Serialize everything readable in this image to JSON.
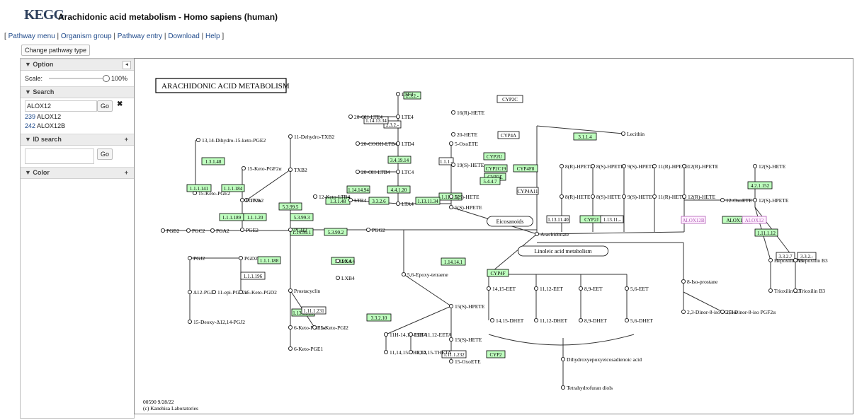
{
  "header": {
    "logo_main": "KEGG",
    "title": "Arachidonic acid metabolism - Homo sapiens (human)"
  },
  "topmenu": {
    "open": "[",
    "items": [
      "Pathway menu",
      "Organism group",
      "Pathway entry",
      "Download",
      "Help"
    ],
    "sep": "|",
    "close": "]"
  },
  "change_button": "Change pathway type",
  "sidebar": {
    "option_label": "▼ Option",
    "option_toggle": "◂",
    "scale_label": "Scale:",
    "scale_value": "100%",
    "search_label": "▼ Search",
    "search_value": "ALOX12",
    "go_label": "Go",
    "clear_icon": "✖",
    "results": [
      {
        "count": "239",
        "name": "ALOX12"
      },
      {
        "count": "242",
        "name": "ALOX12B"
      }
    ],
    "id_search_label": "▼ ID search",
    "id_go_label": "Go",
    "color_label": "▼ Color",
    "plus": "+"
  },
  "map": {
    "title": "ARACHIDONIC ACID METABOLISM",
    "footer_line1": "00590 9/28/22",
    "footer_line2": "(c) Kanehisa Laboratories",
    "enzymes_green": [
      "3.1.1.4",
      "2.3.2.-",
      "3.4.19.14",
      "4.4.1.20",
      "3.3.2.6",
      "1.11.1.12",
      "1.13.11.34",
      "1.14.14.94",
      "1.3.1.48",
      "1.1.1.141",
      "1.1.1.184",
      "1.1.1.189",
      "1.1.1.20",
      "5.3.99.5",
      "5.3.99.3",
      "1.14.99.1",
      "5.3.99.2",
      "1.1.1.188",
      "5.3.99.4",
      "1.13.11.33",
      "1.14.14.1",
      "3.3.2.10",
      "CYP2",
      "CYP4F",
      "CYP2U",
      "CYP2C19",
      "CYP4F8",
      "CYP2E",
      "CYP2J",
      "ALOX15B",
      "4.2.1.152",
      "1.11.1.12",
      "5.4.4.7",
      "1.3.1.48"
    ],
    "enzymes_white": [
      "2.3.2.-",
      "1.14.13.34",
      "1.1.1.-",
      "CYP2C",
      "CYP4A",
      "CYP4A11",
      "1.13.11.40",
      "1.13.11.-",
      "3.3.2.7",
      "3.3.2.-",
      "1.11.1.231",
      "1.11.1.232",
      "1.1.1.196"
    ],
    "enzymes_highlight": [
      "ALOX12B",
      "ALOX12"
    ],
    "compounds": [
      "LTF4",
      "LTE4",
      "20-OH-LTE4",
      "LTD4",
      "20-COOH-LTB4",
      "LTC4",
      "20-OH-LTB4",
      "12-Keto-LTB4",
      "LTB4",
      "LTA4",
      "5-OxoETE",
      "5(S)-HETE",
      "5(S)-HPETE",
      "16(R)-HETE",
      "20-HETE",
      "19(S)-HETE",
      "Lecithin",
      "Eicosanoids",
      "Arachidonate",
      "Linoleic acid metabolism",
      "13,14-Dihydro-15-keto-PGE2",
      "15-Keto-PGE2",
      "11-Dehydro-TXB2",
      "TXB2",
      "TXA2",
      "15-Keto-PGF2α",
      "PGF2α",
      "PGE2",
      "PGH2",
      "PGG2",
      "PGB2",
      "PGC2",
      "PGA2",
      "PGJ2",
      "PGD2",
      "Δ12-PGJ2",
      "11-epi-PGF2α",
      "15-Keto-PGD2",
      "15-Deoxy-Δ12,14-PGJ2",
      "Prostacyclin",
      "6-Keto-PGF1α",
      "15-Keto-PGI2",
      "6-Keto-PGE1",
      "LXA4",
      "LXB4",
      "5,6-Epoxy-tetraene",
      "15(S)-HPETE",
      "15(S)-HETE",
      "15-OxoETE",
      "11H-14,15-EETA",
      "15H-11,12-EETA",
      "11,14,15-THETA",
      "11,12,15-THETA",
      "14,15-EET",
      "11,12-EET",
      "8,9-EET",
      "5,6-EET",
      "14,15-DHET",
      "11,12-DHET",
      "8,9-DHET",
      "5,6-DHET",
      "Dihydroxyepoxyeicosadienoic acid",
      "Tetrahydrofuran diols",
      "8(R)-HPETE",
      "8(R)-HETE",
      "8(S)-HPETE",
      "8(S)-HETE",
      "9(S)-HPETE",
      "9(S)-HETE",
      "11(R)-HPETE",
      "11(R)-HETE",
      "12(R)-HPETE",
      "12(R)-HETE",
      "12-OxoETE",
      "12(S)-HPETE",
      "12(S)-HETE",
      "Hepoxilin A3",
      "Hepoxilin B3",
      "Trioxilin A3",
      "Trioxilin B3",
      "8-Iso-prostane",
      "2,3-Dinor-8-iso PGF1α",
      "2,3-Dinor-8-iso PGF2α"
    ]
  }
}
